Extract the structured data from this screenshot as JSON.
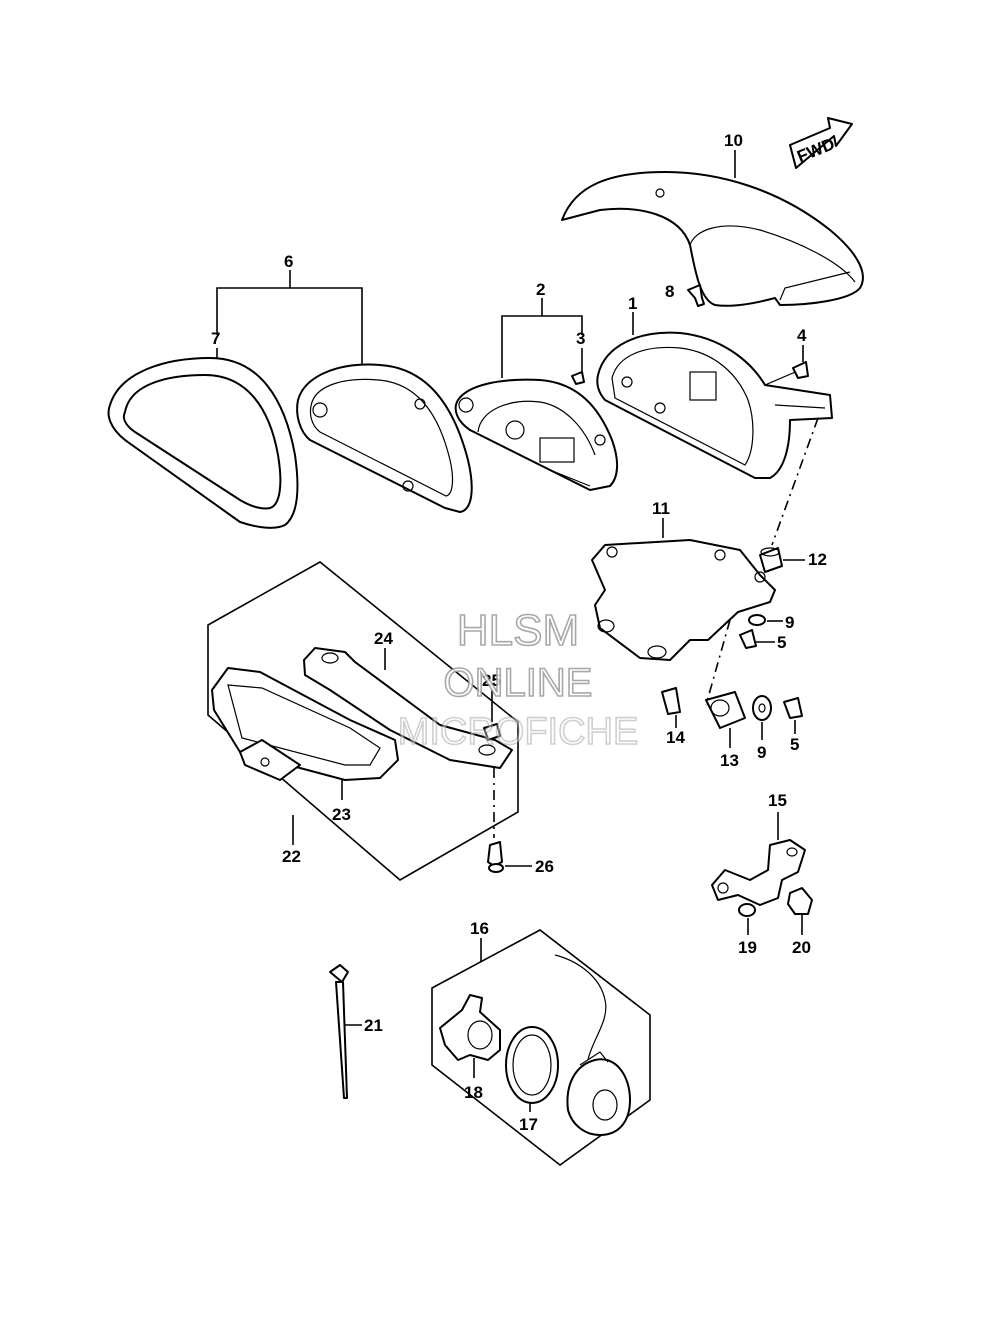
{
  "labels": {
    "p1": "1",
    "p2": "2",
    "p3": "3",
    "p4": "4",
    "p5a": "5",
    "p5b": "5",
    "p6": "6",
    "p7": "7",
    "p8": "8",
    "p9a": "9",
    "p9b": "9",
    "p10": "10",
    "p11": "11",
    "p12": "12",
    "p13": "13",
    "p14": "14",
    "p15": "15",
    "p16": "16",
    "p17": "17",
    "p18": "18",
    "p19": "19",
    "p20": "20",
    "p21": "21",
    "p22": "22",
    "p23": "23",
    "p24": "24",
    "p25": "25",
    "p26": "26"
  },
  "fwd_arrow": {
    "text": "FWD"
  },
  "watermark": {
    "line1": "HLSM",
    "line2": "ONLINE",
    "line3": "MICROFICHE"
  }
}
